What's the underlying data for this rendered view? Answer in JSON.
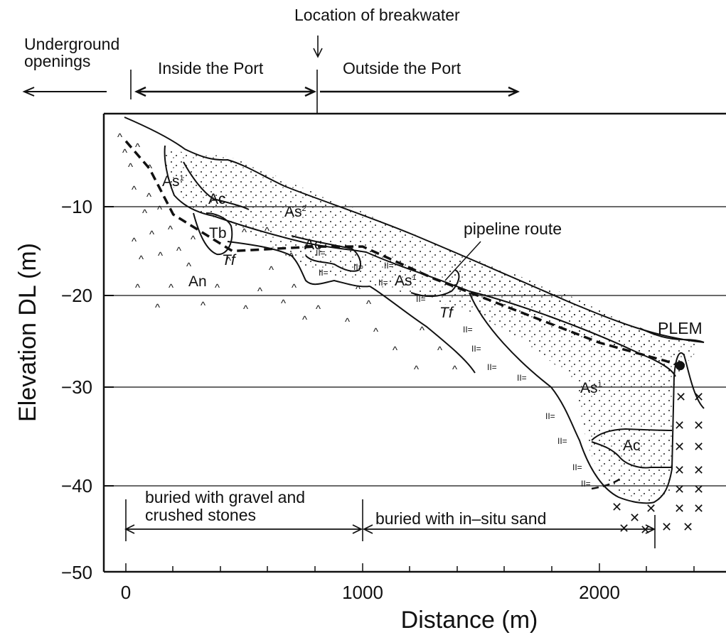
{
  "annotations": {
    "breakwater": "Location of breakwater",
    "underground": [
      "Underground",
      "openings"
    ],
    "inside_port": "Inside the Port",
    "outside_port": "Outside the Port",
    "pipeline_route": "pipeline route",
    "plem": "PLEM",
    "buried_gravel": [
      "buried with gravel and",
      "crushed stones"
    ],
    "buried_sand": "buried with in–situ sand"
  },
  "axes": {
    "xlabel": "Distance (m)",
    "ylabel": "Elevation DL (m)",
    "x_ticks": [
      "0",
      "1000",
      "2000"
    ],
    "y_ticks": [
      "−10",
      "−20",
      "−30",
      "−40",
      "−50"
    ]
  },
  "geology": {
    "As1_a": "As",
    "As1_a_sup": "1",
    "Ac_a": "Ac",
    "As2": "As",
    "As2_sup": "2",
    "Tb": "Tb",
    "Ac_b": "Ac",
    "Tf_a": "Tf",
    "An": "An",
    "As1_b": "As",
    "As1_b_sup": "1",
    "Tf_b": "Tf",
    "As1_c": "As",
    "As1_c_sup": "1",
    "Ac_c": "Ac"
  },
  "chart_data": {
    "type": "cross-section",
    "xlabel": "Distance (m)",
    "ylabel": "Elevation DL (m)",
    "xlim": [
      -100,
      2550
    ],
    "ylim": [
      -50,
      0
    ],
    "x_ticks": [
      0,
      1000,
      2000
    ],
    "y_ticks": [
      -10,
      -20,
      -30,
      -40,
      -50
    ],
    "grid": "horizontal",
    "series": [
      {
        "name": "pipeline route",
        "style": "dashed",
        "x": [
          0,
          100,
          200,
          450,
          800,
          1000,
          1300,
          2000,
          2280,
          2340
        ],
        "y": [
          -3,
          -6,
          -11,
          -15,
          -14.5,
          -14.5,
          -18,
          -25,
          -27,
          -27.5
        ]
      },
      {
        "name": "PLEM",
        "x": [
          2340
        ],
        "y": [
          -27.5
        ]
      }
    ],
    "units": [
      "As1",
      "Ac",
      "As2",
      "Tb",
      "Tf",
      "An"
    ]
  }
}
